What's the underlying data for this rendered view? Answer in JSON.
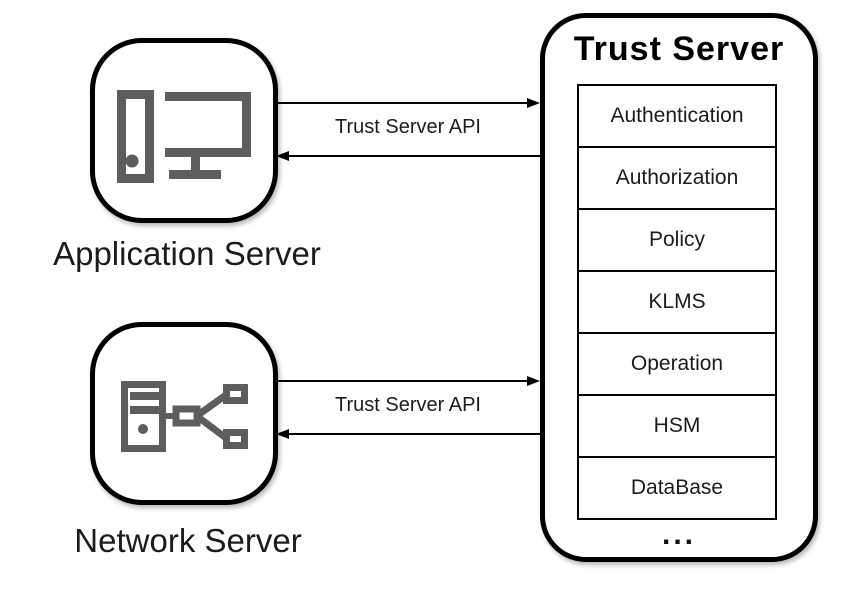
{
  "diagram": {
    "nodes": {
      "application_server": {
        "label": "Application Server",
        "icon": "desktop-computer-icon"
      },
      "network_server": {
        "label": "Network Server",
        "icon": "network-server-icon"
      },
      "trust_server": {
        "title": "Trust Server",
        "modules": [
          "Authentication",
          "Authorization",
          "Policy",
          "KLMS",
          "Operation",
          "HSM",
          "DataBase"
        ],
        "more_indicator": "..."
      }
    },
    "connections": [
      {
        "from": "Application Server",
        "to": "Trust Server",
        "label": "Trust Server API",
        "direction": "bidirectional"
      },
      {
        "from": "Network Server",
        "to": "Trust Server",
        "label": "Trust Server API",
        "direction": "bidirectional"
      }
    ],
    "colors": {
      "line": "#000000",
      "icon_gray": "#5d5d5d",
      "text": "#1c1c1c",
      "background": "#ffffff"
    }
  }
}
